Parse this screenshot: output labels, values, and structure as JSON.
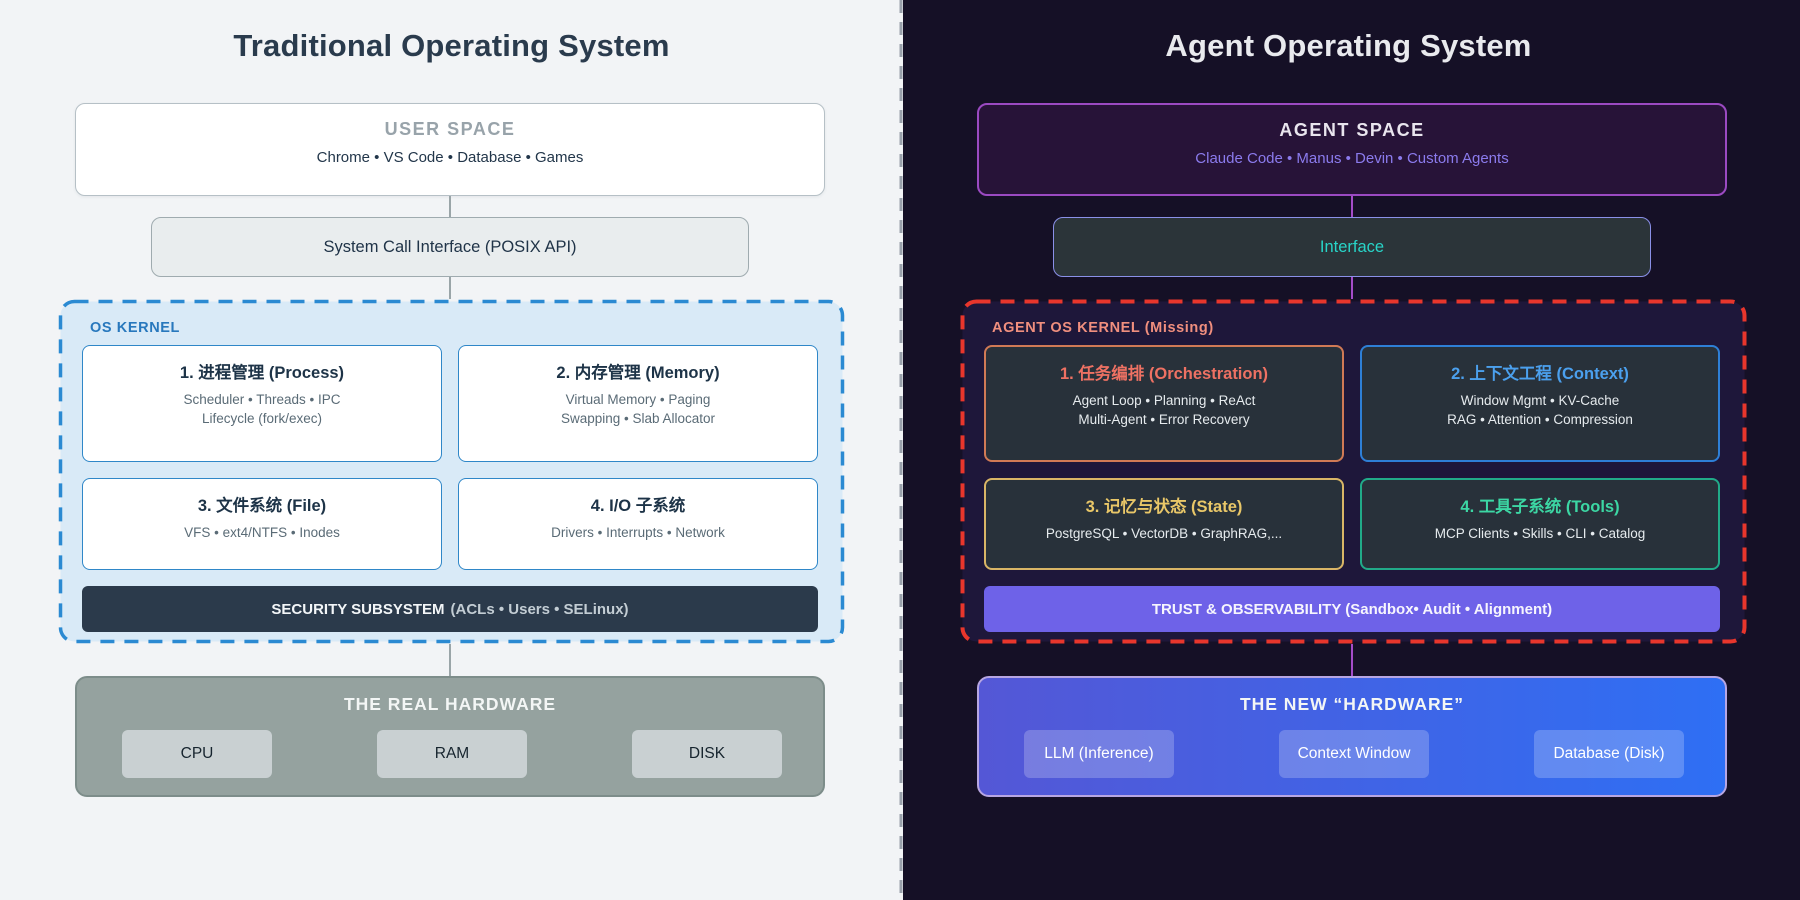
{
  "left_panel": {
    "title": "Traditional Operating System",
    "user_space": {
      "label": "USER SPACE",
      "apps": "Chrome • VS Code • Database • Games"
    },
    "syscall_label": "System Call Interface (POSIX API)",
    "kernel": {
      "label": "OS KERNEL",
      "modules": [
        {
          "title": "1. 进程管理 (Process)",
          "lines": [
            "Scheduler • Threads • IPC",
            "Lifecycle (fork/exec)"
          ]
        },
        {
          "title": "2. 内存管理 (Memory)",
          "lines": [
            "Virtual Memory • Paging",
            "Swapping • Slab Allocator"
          ]
        },
        {
          "title": "3. 文件系统 (File)",
          "lines": [
            "VFS • ext4/NTFS • Inodes"
          ]
        },
        {
          "title": "4. I/O 子系统",
          "lines": [
            "Drivers • Interrupts • Network"
          ]
        }
      ],
      "security_title": "SECURITY SUBSYSTEM",
      "security_detail": "(ACLs • Users • SELinux)"
    },
    "hardware": {
      "title": "THE REAL HARDWARE",
      "chips": [
        "CPU",
        "RAM",
        "DISK"
      ]
    }
  },
  "right_panel": {
    "title": "Agent Operating System",
    "agent_space": {
      "label": "AGENT SPACE",
      "apps": "Claude Code • Manus • Devin • Custom Agents"
    },
    "interface_label": "Interface",
    "kernel": {
      "label": "AGENT OS KERNEL (Missing)",
      "modules": [
        {
          "title": "1. 任务编排 (Orchestration)",
          "lines": [
            "Agent Loop • Planning • ReAct",
            "Multi-Agent • Error Recovery"
          ]
        },
        {
          "title": "2. 上下文工程 (Context)",
          "lines": [
            "Window Mgmt • KV-Cache",
            "RAG • Attention • Compression"
          ]
        },
        {
          "title": "3. 记忆与状态 (State)",
          "lines": [
            "PostgreSQL • VectorDB • GraphRAG,..."
          ]
        },
        {
          "title": "4. 工具子系统 (Tools)",
          "lines": [
            "MCP Clients • Skills • CLI • Catalog"
          ]
        }
      ],
      "trust_label": "TRUST & OBSERVABILITY (Sandbox• Audit • Alignment)"
    },
    "hardware": {
      "title": "THE NEW “HARDWARE”",
      "chips": [
        "LLM (Inference)",
        "Context Window",
        "Database (Disk)"
      ]
    }
  },
  "colors": {
    "left_bg": "#f2f4f6",
    "right_bg": "#151026",
    "left_kernel_fill": "#d9eaf7",
    "left_kernel_dash": "#2b8ad2",
    "right_kernel_fill": "#1e173a",
    "right_kernel_dash": "#e8362c",
    "security_bar_fill": "#2b3a4b",
    "trust_bar_fill": "#6e62e8",
    "orchestration_accent": "#ee7163",
    "context_accent": "#4ba0ee",
    "state_accent": "#e9c768",
    "tools_accent": "#3cd7a4",
    "interface_accent": "#28d4c8",
    "agents_accent": "#8b7bed",
    "hardware_gradient_start": "#5457d6",
    "hardware_gradient_end": "#2e6ff4"
  }
}
